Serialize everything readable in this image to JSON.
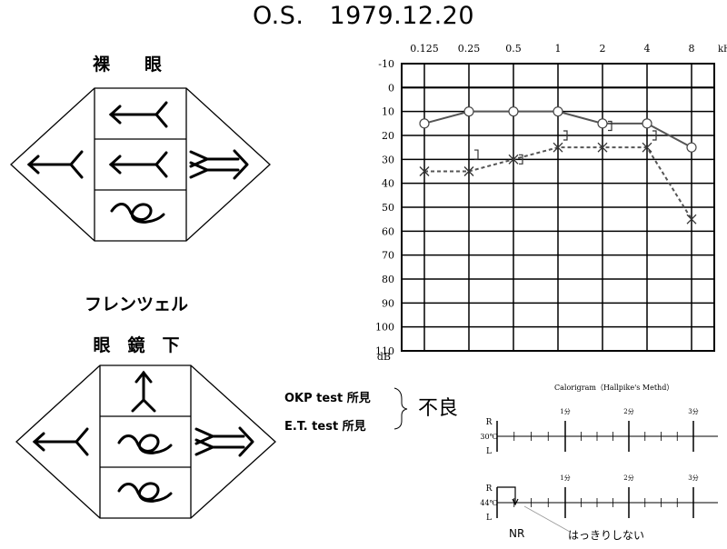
{
  "title": {
    "patient": "O.S.",
    "date": "1979.12.20"
  },
  "naked_eye": {
    "label": "裸　　眼",
    "panels": {
      "center_top": "arrow-left",
      "center_middle": "arrow-left",
      "center_bottom": "rotatory",
      "left_wing": "arrow-left",
      "right_wing": "double-arrow-right"
    }
  },
  "frenzel": {
    "label_top": "フレンツェル",
    "label_bottom": "眼　鏡　下",
    "panels": {
      "center_top": "arrow-up",
      "center_middle": "rotatory",
      "center_bottom": "rotatory",
      "left_wing": "arrow-left",
      "right_wing": "double-arrow-right"
    }
  },
  "tests": {
    "okp": "OKP test 所見",
    "et": "E.T. test 所見",
    "result": "不良"
  },
  "chart_data": {
    "type": "line",
    "x_unit": "kHz",
    "y_unit": "dB",
    "x_ticks": [
      "0.125",
      "0.25",
      "0.5",
      "1",
      "2",
      "4",
      "8"
    ],
    "y_ticks": [
      "-10",
      "0",
      "10",
      "20",
      "30",
      "40",
      "50",
      "60",
      "70",
      "80",
      "90",
      "100",
      "110"
    ],
    "ylim": [
      -10,
      110
    ],
    "y_inverted": true,
    "grid": true,
    "series": [
      {
        "marker": "circle",
        "style": "solid",
        "color": "#555555",
        "x": [
          "0.125",
          "0.25",
          "0.5",
          "1",
          "2",
          "4",
          "8"
        ],
        "values": [
          15,
          10,
          10,
          10,
          15,
          15,
          25
        ]
      },
      {
        "marker": "cross",
        "style": "dashed",
        "color": "#555555",
        "x": [
          "0.125",
          "0.25",
          "0.5",
          "1",
          "2",
          "4",
          "8"
        ],
        "values": [
          35,
          35,
          30,
          25,
          25,
          25,
          55
        ]
      },
      {
        "marker": "bracket",
        "style": "none",
        "color": "#333333",
        "x": [
          "0.25",
          "0.5",
          "1",
          "2",
          "4"
        ],
        "values": [
          28,
          30,
          20,
          16,
          20
        ]
      }
    ]
  },
  "calorigram": {
    "title": "Calorigram（Hallpike's Methd）",
    "minute_labels": [
      "1分",
      "2分",
      "3分"
    ],
    "rows": [
      {
        "temp": "30℃",
        "r": "R",
        "l": "L"
      },
      {
        "temp": "44℃",
        "r": "R",
        "l": "L"
      }
    ],
    "nr_label": "NR",
    "unclear_label": "はっきりしない"
  }
}
